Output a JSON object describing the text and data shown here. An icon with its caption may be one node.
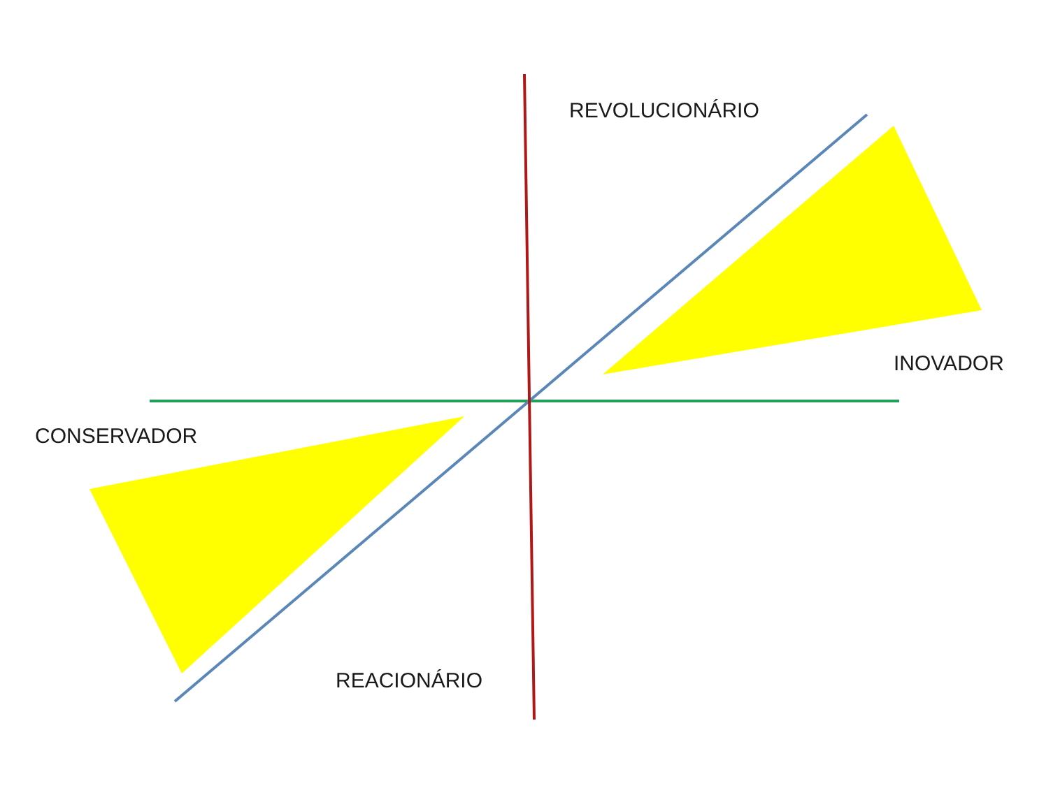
{
  "diagram": {
    "nodes": [
      {
        "text": [],
        "shape": "triangle"
      },
      {
        "text": [],
        "shape": "triangle"
      }
    ],
    "labels": [
      "REVOLUCIONÁRIO",
      "INOVADOR",
      "CONSERVADOR",
      "REACIONÁRIO"
    ]
  }
}
